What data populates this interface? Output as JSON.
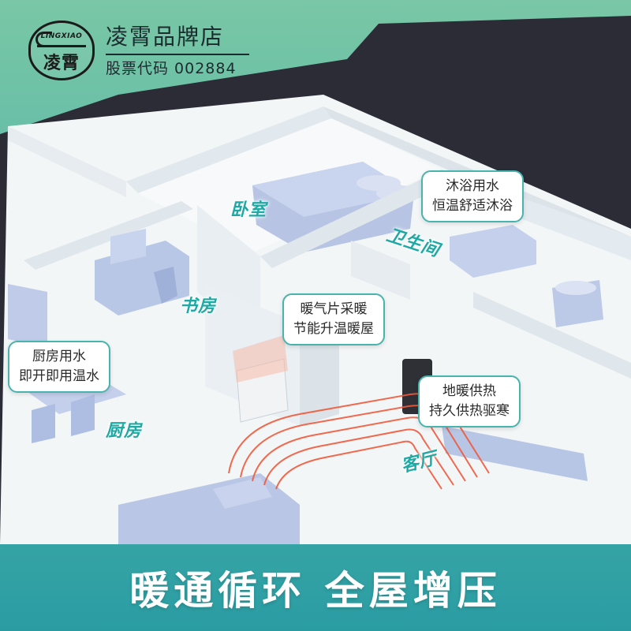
{
  "brand": {
    "logo_text": "凌霄",
    "logo_mark": "LINGXIAO",
    "name": "凌霄品牌店",
    "stock_code": "股票代码 002884"
  },
  "rooms": {
    "bedroom": "卧室",
    "bathroom": "卫生间",
    "study": "书房",
    "kitchen": "厨房",
    "living": "客厅"
  },
  "callouts": {
    "bath": [
      "沐浴用水",
      "恒温舒适沐浴"
    ],
    "radiator": [
      "暖气片采暖",
      "节能升温暖屋"
    ],
    "kitchen": [
      "厨房用水",
      "即开即用温水"
    ],
    "floor_heating": [
      "地暖供热",
      "持久供热驱寒"
    ]
  },
  "slogan": "暖通循环  全屋增压",
  "colors": {
    "accent": "#1fa9a4",
    "bubble_border": "#49b3ad",
    "band_top": "#79c7a6",
    "band_bottom": "#2a9da3",
    "dark_backdrop": "#2b2c36",
    "heating_pipe": "#f05a3c"
  }
}
